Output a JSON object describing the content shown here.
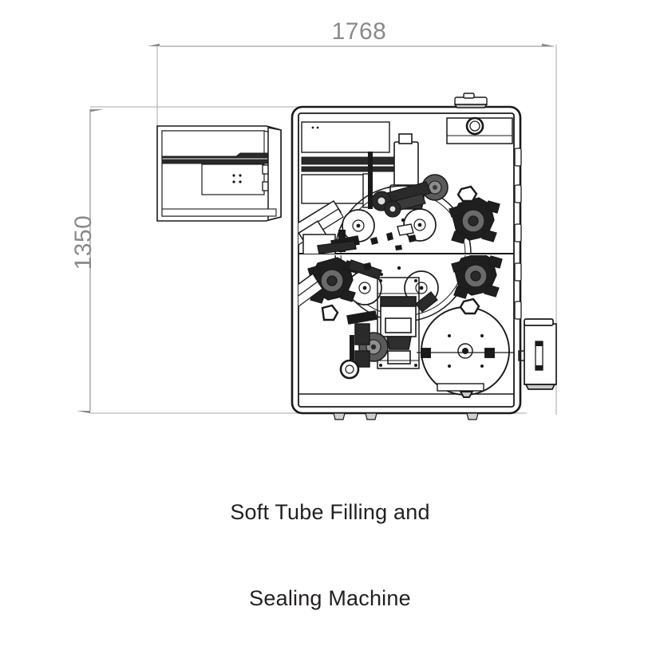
{
  "drawing": {
    "type": "engineering-dimension-drawing",
    "title": "Soft Tube Filling and Sealing Machine",
    "caption_line_1": "Soft Tube Filling and",
    "caption_line_2": "Sealing Machine",
    "view": "front elevation",
    "line_color": "#1a1a1a",
    "dimension_color": "#8a8a8a",
    "fill_color": "#ffffff",
    "shade_color": "#4a4a4a",
    "dimensions": {
      "width": {
        "label": "1768",
        "unit": "mm",
        "orientation": "horizontal",
        "position": "top"
      },
      "height": {
        "label": "1350",
        "unit": "mm",
        "orientation": "vertical",
        "position": "left"
      }
    },
    "components": [
      "tube-feed-magazine",
      "feed-chute",
      "rotary-indexing-turntable",
      "tube-holder-clamps",
      "filling-nozzle-head",
      "sealing-head",
      "drive-disc",
      "side-control-box",
      "top-vent-port",
      "machine-frame",
      "leveling-feet"
    ]
  }
}
